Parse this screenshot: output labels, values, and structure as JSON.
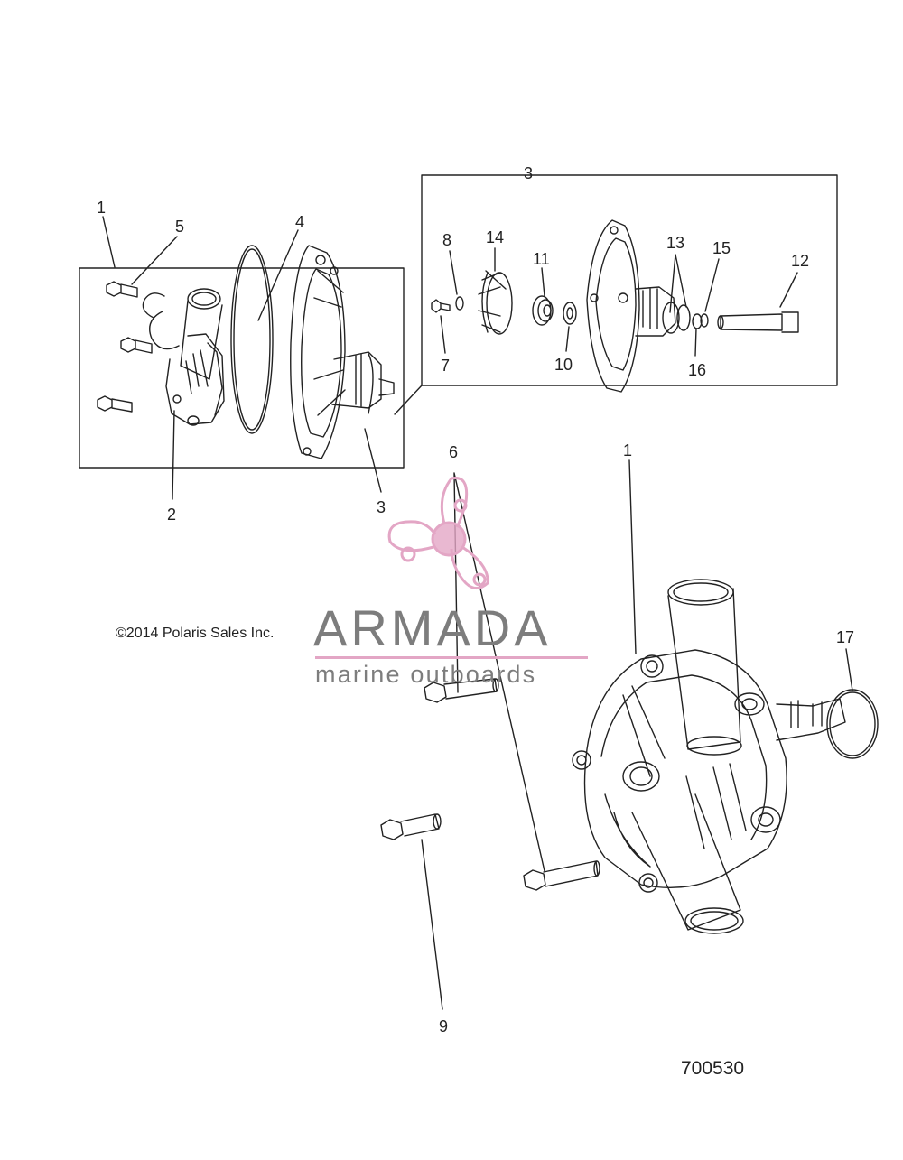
{
  "diagram": {
    "copyright": "©2014 Polaris Sales Inc.",
    "drawing_number": "700530",
    "watermark": {
      "brand": "ARMADA",
      "tagline": "marine outboards",
      "color_brand": "#7d7d7d",
      "color_accent": "#e3a6c5"
    },
    "callouts": {
      "c1_top": "1",
      "c2": "2",
      "c3_box": "3",
      "c3_bottom": "3",
      "c4": "4",
      "c5": "5",
      "c6": "6",
      "c7": "7",
      "c8": "8",
      "c9": "9",
      "c10": "10",
      "c11": "11",
      "c12": "12",
      "c13": "13",
      "c14": "14",
      "c15": "15",
      "c16": "16",
      "c17": "17",
      "c1_main": "1"
    },
    "line_color": "#222222"
  }
}
